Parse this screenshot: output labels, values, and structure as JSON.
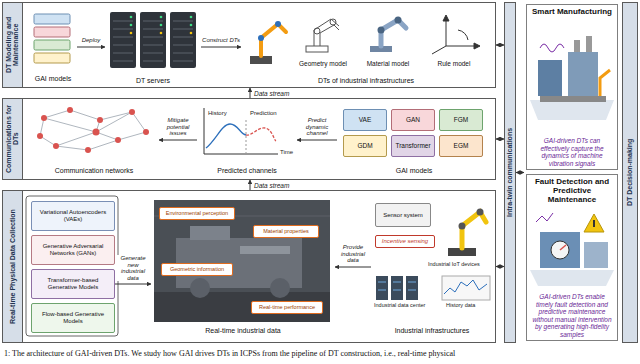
{
  "diagram": {
    "caption": "1: The architecture of GAI-driven DTs. We study how GAI drives DTs in ICPSs from the pipeline of DT construction, i.e., real-time physical",
    "nodes": [
      {
        "text": [
          "DT Modeling and Maintenance"
        ]
      },
      {
        "text": [
          "GAI models"
        ],
        "in": 0
      },
      {
        "text": [
          "DT servers"
        ],
        "in": 0
      },
      {
        "text": [
          "DTs of industrial infrastructures"
        ],
        "in": 0
      },
      {
        "text": [
          "Geometry model"
        ],
        "in": 3
      },
      {
        "text": [
          "Material model"
        ],
        "in": 3
      },
      {
        "text": [
          "Rule model"
        ],
        "in": 3
      },
      {
        "text": [
          "Communications for DTs"
        ]
      },
      {
        "text": [
          "Communication networks"
        ],
        "in": 7
      },
      {
        "text": [
          "Predicted channels"
        ],
        "in": 7
      },
      {
        "text": [
          "GAI models"
        ],
        "in": 7
      },
      {
        "text": [
          "VAE"
        ],
        "in": 10
      },
      {
        "text": [
          "GAN"
        ],
        "in": 10
      },
      {
        "text": [
          "FGM"
        ],
        "in": 10
      },
      {
        "text": [
          "GDM"
        ],
        "in": 10
      },
      {
        "text": [
          "Transformer"
        ],
        "in": 10
      },
      {
        "text": [
          "EGM"
        ],
        "in": 10
      },
      {
        "text": [
          "Real-time Physical Data Collection"
        ]
      },
      {
        "text": [
          "Variational Autoencoders (VAEs)"
        ],
        "in": 17
      },
      {
        "text": [
          "Generative Adversarial Networks (GANs)"
        ],
        "in": 17
      },
      {
        "text": [
          "Transformer-based Generative Models"
        ],
        "in": 17
      },
      {
        "text": [
          "Flow-based Generative Models"
        ],
        "in": 17
      },
      {
        "text": [
          "Real-time industrial data"
        ],
        "in": 17
      },
      {
        "text": [
          "Environmental perception"
        ],
        "in": 22
      },
      {
        "text": [
          "Material properties"
        ],
        "in": 22
      },
      {
        "text": [
          "Geometric information"
        ],
        "in": 22
      },
      {
        "text": [
          "Real-time performance"
        ],
        "in": 22
      },
      {
        "text": [
          "Industrial infrastructures"
        ],
        "in": 17
      },
      {
        "text": [
          "Sensor system"
        ],
        "in": 27
      },
      {
        "text": [
          "Incentive sensing"
        ],
        "in": 27
      },
      {
        "text": [
          "Intra-twin communications"
        ]
      },
      {
        "text": [
          "DT Decision-making"
        ]
      },
      {
        "text": [
          "Smart Manufacturing",
          "GAI-driven DTs can effectively capture the dynamics of machine vibration signals"
        ],
        "in": 31
      },
      {
        "text": [
          "Fault Detection and Predictive Maintenance",
          "GAI-driven DTs enable timely fault detection and predictive maintenance without manual intervention by generating high-fidelity samples"
        ],
        "in": 31
      }
    ],
    "edges": [
      {
        "from": 1,
        "to": 2,
        "arrow": "to",
        "label": "Deploy"
      },
      {
        "from": 2,
        "to": 3,
        "arrow": "to",
        "label": "Construct DTs"
      },
      {
        "from": 9,
        "to": 8,
        "arrow": "to",
        "label": "Mitigate potential issues"
      },
      {
        "from": 10,
        "to": 9,
        "arrow": "to",
        "label": "Predict dynamic channel"
      },
      {
        "from": 20,
        "to": 22,
        "arrow": "to",
        "label": "Generate new industrial data"
      },
      {
        "from": 27,
        "to": 22,
        "arrow": "to",
        "label": "Provide industrial data"
      },
      {
        "from": 17,
        "to": 7,
        "arrow": "to",
        "label": "Data stream"
      },
      {
        "from": 7,
        "to": 0,
        "arrow": "to",
        "label": "Data stream"
      },
      {
        "from": 0,
        "to": 30,
        "arrow": "both"
      },
      {
        "from": 7,
        "to": 30,
        "arrow": "both"
      },
      {
        "from": 17,
        "to": 30,
        "arrow": "both"
      },
      {
        "from": 30,
        "to": 31,
        "arrow": "both"
      }
    ],
    "labels": [
      "History",
      "Prediction",
      "Time",
      "Industrial IoT devices",
      "Industrial data center",
      "History data"
    ]
  }
}
